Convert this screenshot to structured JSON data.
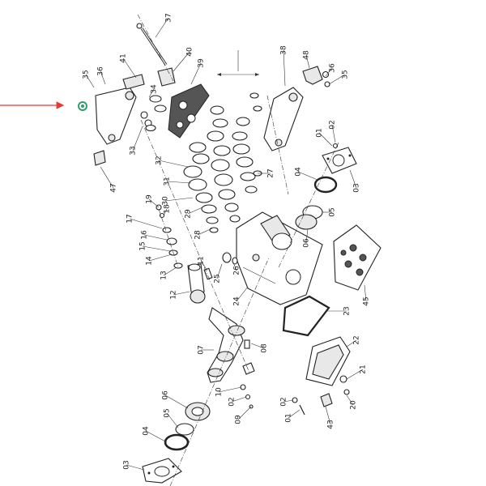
{
  "diagram": {
    "pointer_color": "#e53935",
    "highlight_color": "#2e9e6a",
    "callouts": [
      {
        "text": "37"
      },
      {
        "text": "41"
      },
      {
        "text": "36"
      },
      {
        "text": "35"
      },
      {
        "text": "40"
      },
      {
        "text": "39"
      },
      {
        "text": "34"
      },
      {
        "text": "33"
      },
      {
        "text": "47"
      },
      {
        "text": "38"
      },
      {
        "text": "48"
      },
      {
        "text": "36"
      },
      {
        "text": "35"
      },
      {
        "text": "02"
      },
      {
        "text": "01"
      },
      {
        "text": "03"
      },
      {
        "text": "04"
      },
      {
        "text": "05"
      },
      {
        "text": "06"
      },
      {
        "text": "45"
      },
      {
        "text": "32"
      },
      {
        "text": "31"
      },
      {
        "text": "30"
      },
      {
        "text": "29"
      },
      {
        "text": "28"
      },
      {
        "text": "27"
      },
      {
        "text": "26"
      },
      {
        "text": "25"
      },
      {
        "text": "11"
      },
      {
        "text": "24"
      },
      {
        "text": "23"
      },
      {
        "text": "22"
      },
      {
        "text": "21"
      },
      {
        "text": "20"
      },
      {
        "text": "19"
      },
      {
        "text": "18"
      },
      {
        "text": "17"
      },
      {
        "text": "16"
      },
      {
        "text": "15"
      },
      {
        "text": "14"
      },
      {
        "text": "13"
      },
      {
        "text": "12"
      },
      {
        "text": "07"
      },
      {
        "text": "08"
      },
      {
        "text": "10"
      },
      {
        "text": "02"
      },
      {
        "text": "09"
      },
      {
        "text": "06"
      },
      {
        "text": "05"
      },
      {
        "text": "04"
      },
      {
        "text": "03"
      },
      {
        "text": "02"
      },
      {
        "text": "01"
      },
      {
        "text": "43"
      }
    ]
  }
}
